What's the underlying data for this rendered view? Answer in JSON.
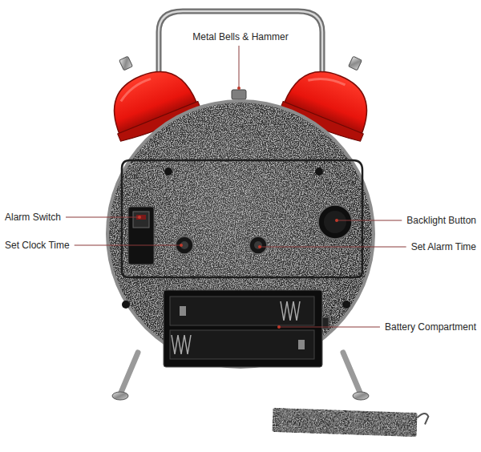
{
  "diagram": {
    "labels": [
      "Metal Bells & Hammer",
      "Alarm Switch",
      "Set Clock Time",
      "Backlight Button",
      "Set Alarm Time",
      "Battery Compartment"
    ]
  }
}
